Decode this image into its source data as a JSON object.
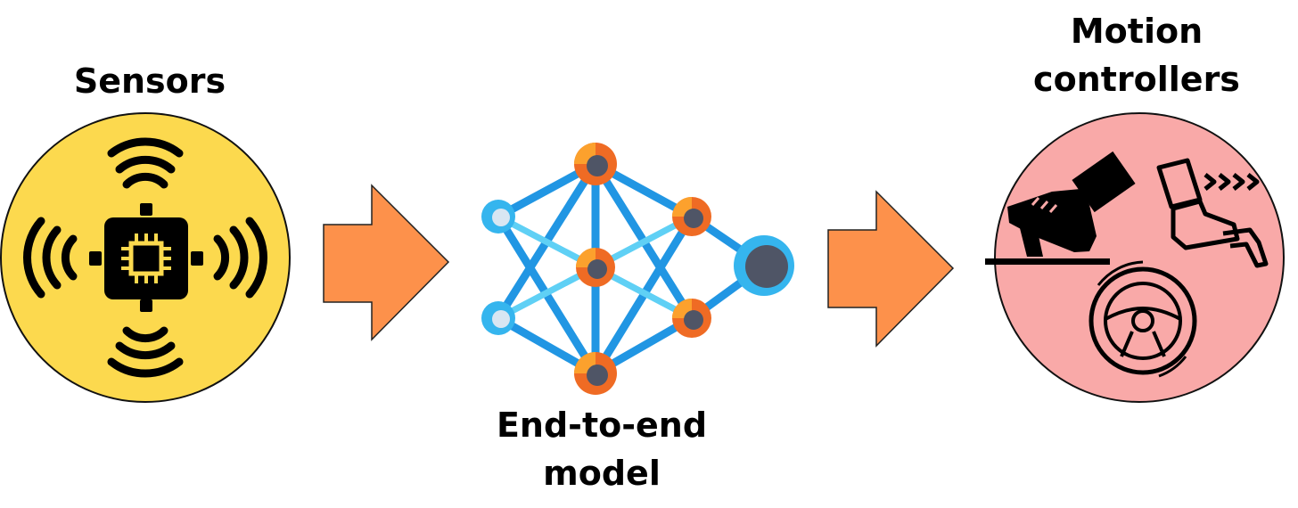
{
  "labels": {
    "sensors": "Sensors",
    "motion_line1": "Motion",
    "motion_line2": "controllers",
    "model_line1": "End-to-end",
    "model_line2": "model"
  },
  "colors": {
    "sensor_circle": "#fcd94e",
    "controller_circle": "#f9a9a8",
    "arrow": "#fd914b",
    "edge_blue": "#2196e3",
    "edge_light": "#5fd0f5",
    "node_orange": "#ef6b24",
    "node_orange_light": "#fca12d",
    "node_blue": "#35b5ee",
    "node_center": "#4f5566",
    "node_blue_center": "#d8e6f2"
  },
  "icons": [
    "chip-icon",
    "wifi-signal-icon",
    "neural-network-icon",
    "pedal-foot-icon",
    "accelerate-foot-icon",
    "steering-wheel-icon",
    "arrow-right-icon"
  ]
}
